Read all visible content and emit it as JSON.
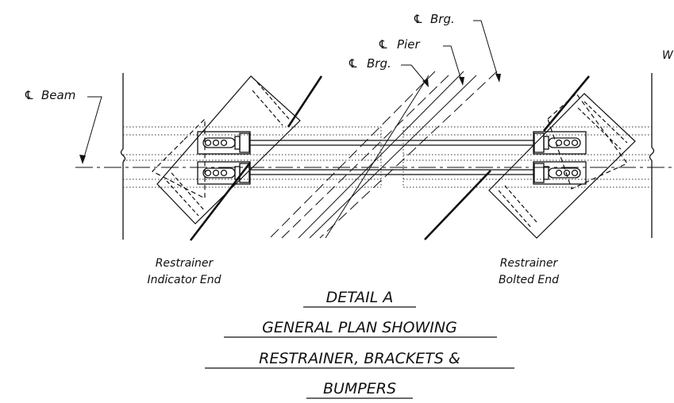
{
  "labels": {
    "cl_symbol": "℄",
    "beam": "Beam",
    "brg_top": "Brg.",
    "pier": "Pier",
    "brg_lower": "Brg.",
    "wc_cut": "W",
    "indicator_line1": "Restrainer",
    "indicator_line2": "Indicator End",
    "bolted_line1": "Restrainer",
    "bolted_line2": "Bolted End"
  },
  "title": {
    "line1": "DETAIL A",
    "line2": "GENERAL PLAN SHOWING",
    "line3": "RESTRAINER, BRACKETS &",
    "line4": "BUMPERS"
  }
}
